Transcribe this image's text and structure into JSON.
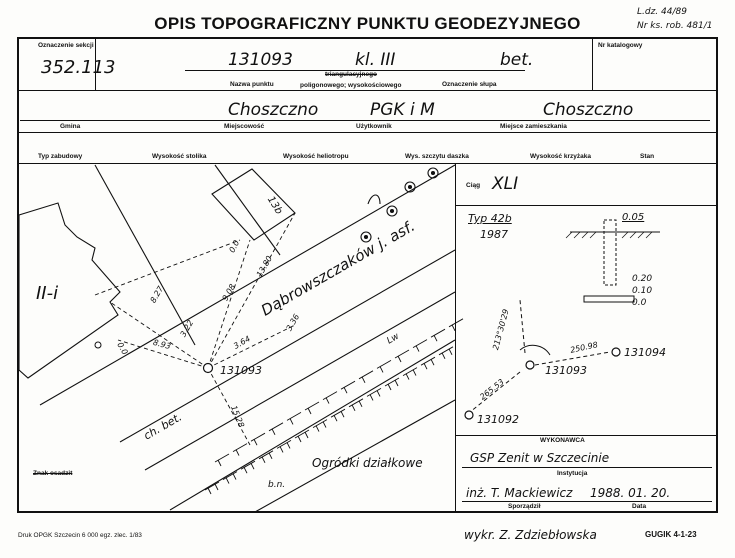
{
  "header": {
    "title": "OPIS TOPOGRAFICZNY PUNKTU GEODEZYJNEGO",
    "ldz": "L.dz. 44/89",
    "nr_ks_rob": "Nr ks. rob. 481/1"
  },
  "row1": {
    "oznaczenie_sekcji_label": "Oznaczenie sekcji",
    "oznaczenie_sekcji_value": "352.113",
    "nazwa_punktu_value": "131093",
    "klasa_value": "kl. III",
    "oznaczenie_slupa_value": "bet.",
    "nr_katalogowy_label": "Nr katalogowy",
    "nazwa_punktu_label": "Nazwa punktu",
    "typ_line1": "triangulacyjnego",
    "typ_line2": "poligonowego; wysokościowego",
    "oznaczenie_slupa_label": "Oznaczenie słupa"
  },
  "row2": {
    "miejscowosc_value": "Choszczno",
    "uzytkownik_value": "PGK i M",
    "miejsce_zamieszkania_value": "Choszczno",
    "gmina_label": "Gmina",
    "miejscowosc_label": "Miejscowość",
    "uzytkownik_label": "Użytkownik",
    "miejsce_zamieszkania_label": "Miejsce zamieszkania"
  },
  "row3": {
    "labels": [
      "Typ zabudowy",
      "Wysokość stolika",
      "Wysokość heliotropu",
      "Wys. szczytu daszka",
      "Wysokość krzyżaka",
      "Stan"
    ]
  },
  "sketch": {
    "building_a": "II-i",
    "building_b": "13b",
    "street": "Dąbrowszczaków j. asf.",
    "path": "ch. bet.",
    "gardens": "Ogródki działkowe",
    "bn": "b.n.",
    "point_main": "131093",
    "lw": "Lw",
    "dists": {
      "d1": "0.0",
      "d2": "13.80",
      "d3": "9.08",
      "d4": "8.27",
      "d5": "3.36",
      "d6": "3.64",
      "d7": "3.22",
      "d8": "8.93",
      "d9": "15.28",
      "d10": "0.0"
    },
    "znak_label": "Znak osadzit"
  },
  "right": {
    "ciag_label": "Ciąg",
    "ciag_value": "XLI",
    "typ_value": "Typ 42b",
    "year": "1987",
    "depth_top": "0.05",
    "dims": [
      "0.20",
      "0.10",
      "0.0"
    ],
    "p1": "131093",
    "p2": "131094",
    "p3": "131092",
    "d_a": "213°30'29",
    "d_b": "250.98",
    "d_c": "265.53"
  },
  "executor": {
    "wykonawca_label": "WYKONAWCA",
    "instytucja_value": "GSP Zenit w Szczecinie",
    "instytucja_label": "Instytucja",
    "sporzadzil_value": "inż. T. Mackiewicz",
    "date_value": "1988. 01. 20.",
    "sporzadzil_label": "Sporządził",
    "data_label": "Data"
  },
  "footer": {
    "left": "Druk OPGK Szczecin 6 000 egz. zlec. 1/83",
    "middle": "wykr. Z. Zdziebłowska",
    "right": "GUGIK 4-1-23"
  }
}
